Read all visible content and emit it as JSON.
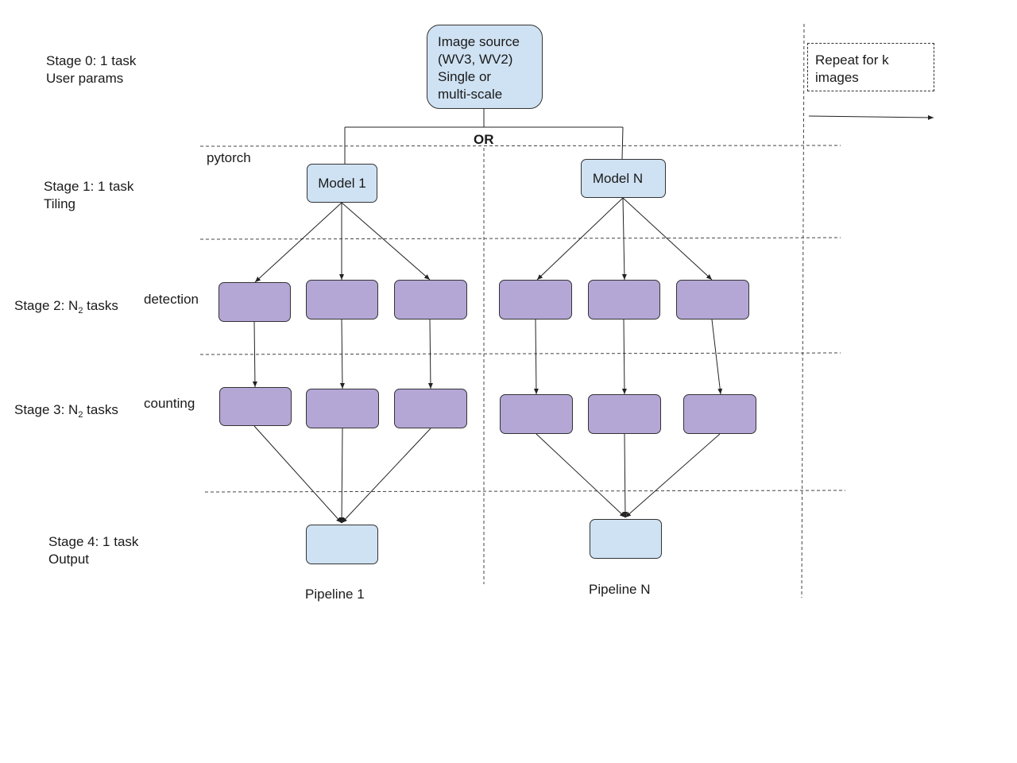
{
  "stages": {
    "stage0": {
      "line1": "Stage 0: 1 task",
      "line2": "User params"
    },
    "stage1": {
      "line1": "Stage 1: 1 task",
      "line2": "Tiling"
    },
    "stage2": {
      "prefix": "Stage 2: N",
      "sub": "2",
      "suffix": " tasks"
    },
    "stage3": {
      "prefix": "Stage 3: N",
      "sub": "2",
      "suffix": " tasks"
    },
    "stage4": {
      "line1": "Stage 4: 1 task",
      "line2": "Output"
    }
  },
  "labels": {
    "pytorch": "pytorch",
    "detection": "detection",
    "counting": "counting",
    "or": "OR"
  },
  "source": {
    "text": "Image source\n(WV3, WV2)\nSingle or\nmulti-scale"
  },
  "models": {
    "model1": "Model 1",
    "modelN": "Model N"
  },
  "pipelines": {
    "pipeline1": "Pipeline 1",
    "pipelineN": "Pipeline N"
  },
  "repeat": {
    "text": "Repeat for k\nimages"
  },
  "colors": {
    "blue_box": "#cfe2f3",
    "purple_box": "#b4a7d6"
  }
}
